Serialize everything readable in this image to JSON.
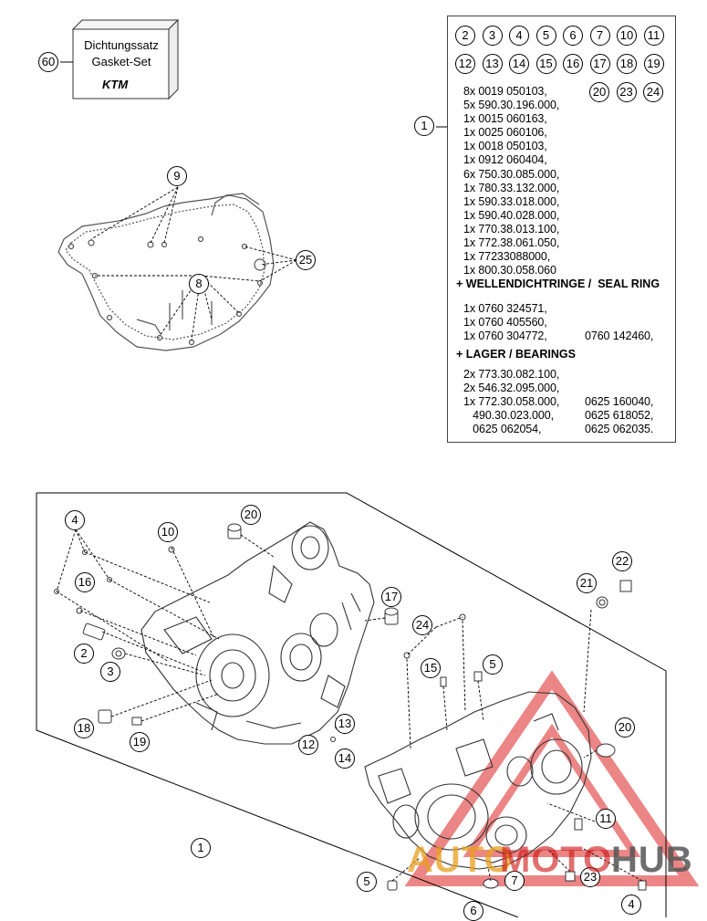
{
  "gasket_set": {
    "callout": "60",
    "line1": "Dichtungssatz",
    "line2": "Gasket-Set",
    "logo": "KTM"
  },
  "parts_box": {
    "callout": "1",
    "ref_row1": [
      "2",
      "3",
      "4",
      "5",
      "6",
      "7",
      "10",
      "11"
    ],
    "ref_row2": [
      "12",
      "13",
      "14",
      "15",
      "16",
      "17",
      "18",
      "19"
    ],
    "ref_row3": [
      "20",
      "23",
      "24"
    ],
    "main_list": [
      "8x 0019 050103,",
      "5x 590.30.196.000,",
      "1x 0015 060163,",
      "1x 0025 060106,",
      "1x 0018 050103,",
      "1x 0912 060404,",
      "6x 750.30.085.000,",
      "1x 780.33.132.000,",
      "1x 590.33.018.000,",
      "1x 590.40.028.000,",
      "1x 770.38.013.100,",
      "1x 772.38.061.050,",
      "1x 77233088000,",
      "1x 800.30.058.060"
    ],
    "seal_header": "+ WELLENDICHTRINGE /  SEAL RING",
    "seal_list": [
      "1x 0760 324571,",
      "1x 0760 405560,",
      "1x 0760 304772,"
    ],
    "seal_extra": "0760 142460,",
    "bearing_header": "+ LAGER / BEARINGS",
    "bearing_left": [
      "2x 773.30.082.100,",
      "2x 546.32.095.000,",
      "1x 772.30.058.000,",
      "   490.30.023.000,",
      "   0625 062054,"
    ],
    "bearing_right": [
      "0625 160040,",
      "0625 618052,",
      "0625 062035."
    ]
  },
  "gasket_diagram_callouts": [
    "9",
    "8",
    "25"
  ],
  "case_callouts_left": [
    "4",
    "10",
    "20",
    "16",
    "2",
    "3",
    "18",
    "19",
    "17",
    "13",
    "12",
    "14",
    "1"
  ],
  "case_callouts_right": [
    "24",
    "15",
    "5",
    "21",
    "22",
    "20",
    "11",
    "23",
    "5",
    "7",
    "6",
    "4"
  ],
  "watermark": {
    "part1": "AUTO",
    "part2": "MOTO",
    "part3": "HUB",
    "color_accent": "#e8a020",
    "color_red": "#cc1111",
    "color_grey": "#555555"
  }
}
